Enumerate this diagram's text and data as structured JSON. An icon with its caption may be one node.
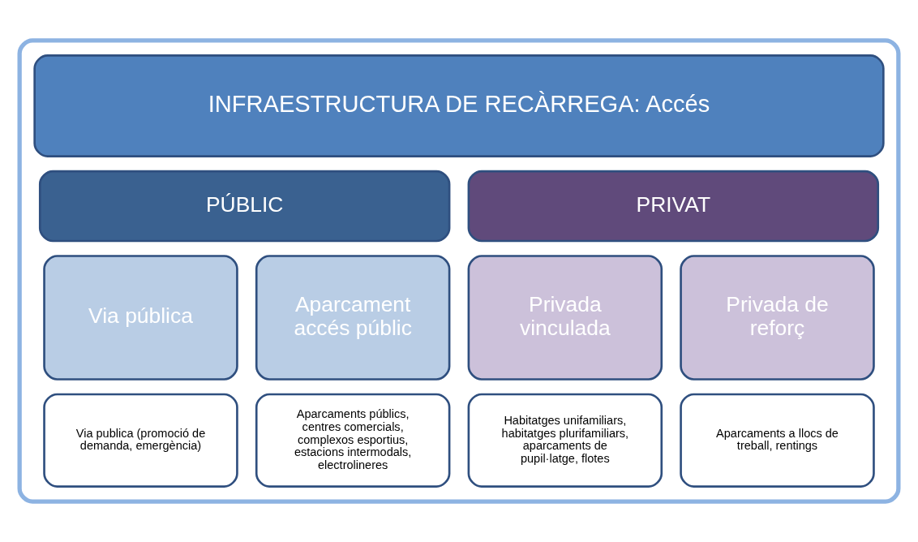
{
  "diagram": {
    "nodes": [
      {
        "text": [],
        "shape": "box"
      },
      {
        "text": [
          "INFRAESTRUCTURA DE RECÀRREGA: Accés"
        ],
        "in": 0
      },
      {
        "text": [
          "PÚBLIC"
        ],
        "in": 0
      },
      {
        "text": [
          "PRIVAT"
        ],
        "in": 0
      },
      {
        "text": [
          "Via pública"
        ],
        "in": 0
      },
      {
        "text": [
          "Aparcament accés públic"
        ],
        "in": 0
      },
      {
        "text": [
          "Privada vinculada"
        ],
        "in": 0
      },
      {
        "text": [
          "Privada de reforç"
        ],
        "in": 0
      },
      {
        "text": [
          "Via publica (promoció de demanda, emergència)"
        ],
        "in": 0
      },
      {
        "text": [
          "Aparcaments públics, centres comercials, complexos esportius, estacions intermodals, electrolineres"
        ],
        "in": 0
      },
      {
        "text": [
          "Habitatges unifamiliars, habitatges plurifamiliars, aparcaments de pupil·latge, flotes"
        ],
        "in": 0
      },
      {
        "text": [
          "Aparcaments a llocs de treball, rentings"
        ],
        "in": 0
      }
    ]
  }
}
